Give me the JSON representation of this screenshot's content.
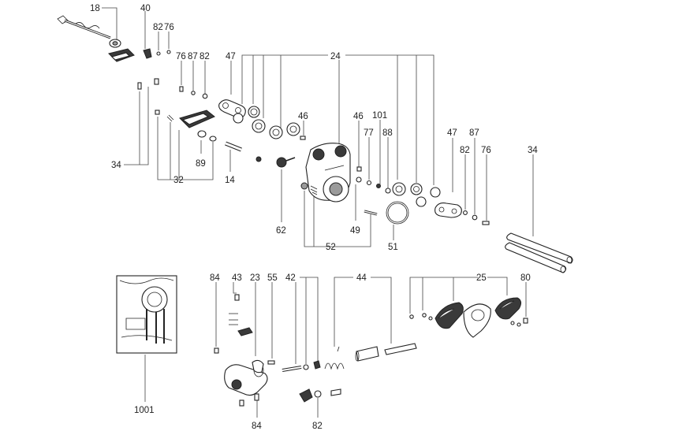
{
  "labels": {
    "l18": "18",
    "l40": "40",
    "l82a": "82",
    "l76a": "76",
    "l76b": "76",
    "l87a": "87",
    "l82b": "82",
    "l47a": "47",
    "l24": "24",
    "l46a": "46",
    "l46b": "46",
    "l101": "101",
    "l77": "77",
    "l88": "88",
    "l47b": "47",
    "l87b": "87",
    "l82c": "82",
    "l76c": "76",
    "l34a": "34",
    "l34b": "34",
    "l89": "89",
    "l32": "32",
    "l14": "14",
    "l62": "62",
    "l49": "49",
    "l52": "52",
    "l51": "51",
    "l84a": "84",
    "l43": "43",
    "l23": "23",
    "l55": "55",
    "l42": "42",
    "l44": "44",
    "l25": "25",
    "l80": "80",
    "l1001": "1001",
    "l84b": "84",
    "l82d": "82"
  }
}
